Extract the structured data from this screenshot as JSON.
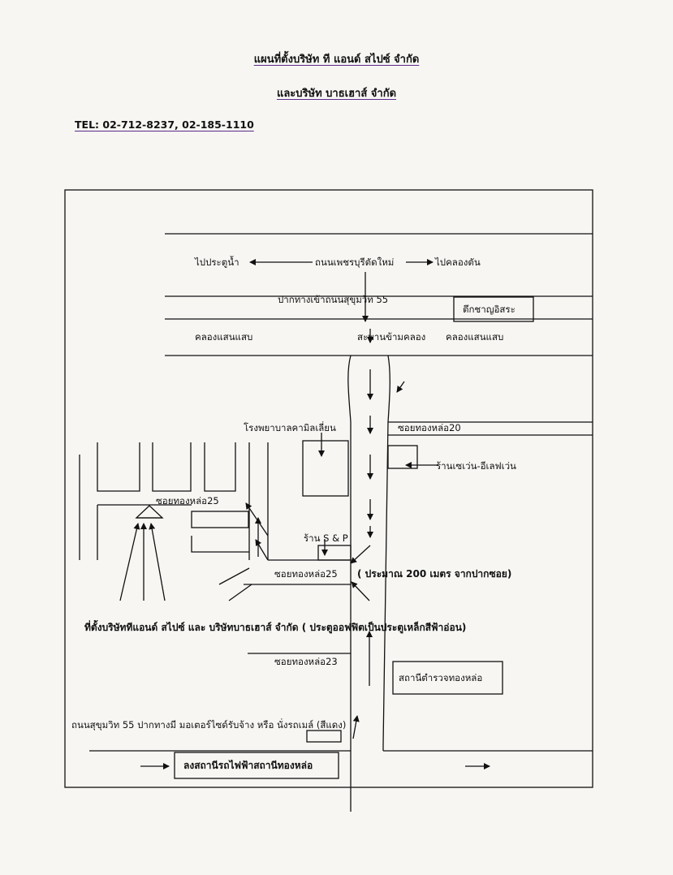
{
  "header": {
    "title_line1": "แผนที่ตั้งบริษัท ที แอนด์ สไปซ์ จำกัด",
    "title_line2": "และบริษัท บาธเฮาส์ จำกัด",
    "tel": "TEL: 02-712-8237, 02-185-1110"
  },
  "map": {
    "to_pratunam": "ไปประตูน้ำ",
    "road_name": "ถนนเพชรบุรีตัดใหม่",
    "to_khlongton": "ไปคลองตัน",
    "entrance_sukhumvit55": "ปากทางเข้าถนนสุขุมวิท 55",
    "charn_building": "ตึกชาญอิสระ",
    "canal_left": "คลองแสนแสบ",
    "bridge": "สะพานข้ามคลอง",
    "canal_right": "คลองแสนแสบ",
    "hospital": "โรงพยาบาลคามิลเลี่ยน",
    "soi20": "ซอยทองหล่อ20",
    "seven_eleven": "ร้านเซเว่น-อีเลฟเว่น",
    "soi25_upper": "ซอยทองหล่อ25",
    "sp_shop": "ร้าน S & P",
    "soi25_lower": "ซอยทองหล่อ25",
    "distance_note": "( ประมาณ 200 เมตร จากปากซอย)",
    "company_location": "ที่ตั้งบริษัททีแอนด์ สไปซ์ และ บริษัทบาธเฮาส์ จำกัด ( ประตูออฟฟิตเป็นประตูเหล็กสีฟ้าอ่อน)",
    "soi23": "ซอยทองหล่อ23",
    "police_station": "สถานีตำรวจทองหล่อ",
    "transport_note": "ถนนสุขุมวิท 55 ปากทางมี มอเตอร์ไซด์รับจ้าง หรือ นั่งรถเมล์ (สีแดง)",
    "bts_station": "ลงสถานีรถไฟฟ้าสถานีทองหล่อ"
  },
  "colors": {
    "ink": "#111111",
    "underline": "#5a2a8a",
    "paper": "#f7f6f3"
  }
}
